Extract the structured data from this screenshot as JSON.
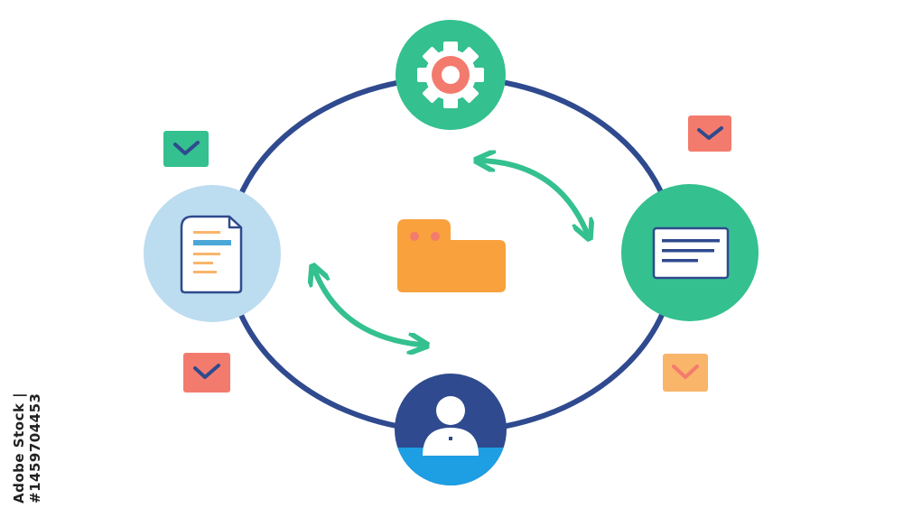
{
  "diagram": {
    "nodes": [
      {
        "id": "settings",
        "icon": "gear-icon",
        "color": "#34c08f"
      },
      {
        "id": "document",
        "icon": "document-icon",
        "color": "#bcdcf0"
      },
      {
        "id": "browser",
        "icon": "browser-window-icon",
        "color": "#34c08f"
      },
      {
        "id": "user",
        "icon": "user-icon",
        "color": "#2f4a8e"
      }
    ],
    "center": {
      "icon": "folder-icon",
      "color": "#f9a13d"
    },
    "arrows": [
      {
        "between": [
          "settings",
          "browser"
        ],
        "style": "double-headed",
        "color": "#34c08f"
      },
      {
        "between": [
          "document",
          "user"
        ],
        "style": "double-headed",
        "color": "#34c08f"
      }
    ],
    "checkmarks": [
      {
        "icon": "checkbox-icon",
        "color": "#34c08f"
      },
      {
        "icon": "checkbox-icon",
        "color": "#f37b6d"
      },
      {
        "icon": "checkbox-icon",
        "color": "#f37b6d"
      },
      {
        "icon": "checkbox-icon",
        "color": "#f9b56a"
      }
    ],
    "ring_color": "#2f4a8e"
  },
  "watermark": {
    "stock_id": "Adobe Stock | #1459704453"
  }
}
